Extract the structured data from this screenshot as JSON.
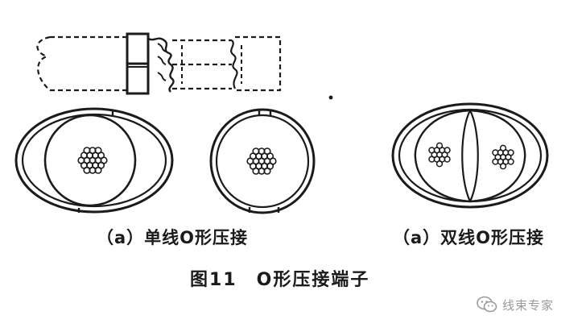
{
  "captions": {
    "single": "（a）单线O形压接",
    "double": "（a）双线O形压接"
  },
  "figure_title": "图11　O形压接端子",
  "watermark": {
    "icon": "wechat-icon",
    "text": "线束专家"
  },
  "colors": {
    "ink": "#1b1b1b",
    "watermark": "#9a9a9a",
    "background": "#ffffff"
  }
}
